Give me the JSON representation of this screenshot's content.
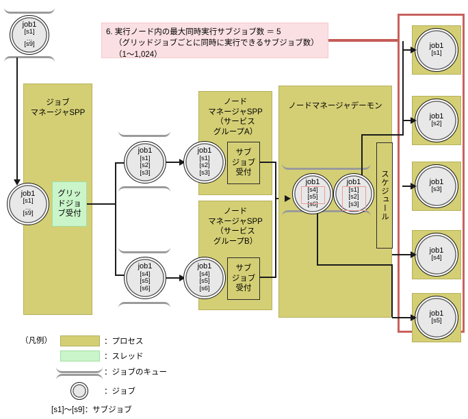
{
  "callout": {
    "line1": "6. 実行ノード内の最大同時実行サブジョブ数 ＝ 5",
    "line2": "（グリッドジョブごとに同時に実行できるサブジョブ数）",
    "line3": "（1〜1,024）"
  },
  "processes": {
    "job_manager_spp": "ジョブ\nマネージャSPP",
    "node_manager_spp_a": "ノード\nマネージャSPP\n（サービス\nグループA）",
    "node_manager_spp_b": "ノード\nマネージャSPP\n（サービス\nグループB）",
    "node_manager_daemon": "ノードマネージャデーモン"
  },
  "threads": {
    "grid_job_accept": "グリッ\nドジョ\nブ受付"
  },
  "inner_boxes": {
    "sub_job_accept_a": "サブ\nジョブ\n受付",
    "sub_job_accept_b": "サブ\nジョブ\n受付",
    "schedule": "スケジュール"
  },
  "jobs": {
    "entry_queue": {
      "name": "job1",
      "subs": [
        "[s1]",
        "…",
        "[s9]"
      ]
    },
    "grid_queue": {
      "name": "job1",
      "subs": [
        "[s1]",
        "…",
        "[s9]"
      ]
    },
    "mid_upper": {
      "name": "job1",
      "subs": [
        "[s1]",
        "[s2]",
        "[s3]"
      ]
    },
    "mid_lower": {
      "name": "job1",
      "subs": [
        "[s4]",
        "[s5]",
        "[s6]"
      ]
    },
    "sga": {
      "name": "job1",
      "subs": [
        "[s1]",
        "[s2]",
        "[s3]"
      ]
    },
    "sgb": {
      "name": "job1",
      "subs": [
        "[s4]",
        "[s5]",
        "[s6]"
      ]
    },
    "daemon_left": {
      "name": "job1",
      "subs": [
        "[s4]",
        "[s5]",
        "[s6]"
      ]
    },
    "daemon_right": {
      "name": "job1",
      "subs": [
        "[s1]",
        "[s2]",
        "[s3]"
      ]
    },
    "exec": [
      {
        "name": "job1",
        "sub": "[s1]"
      },
      {
        "name": "job1",
        "sub": "[s2]"
      },
      {
        "name": "job1",
        "sub": "[s3]"
      },
      {
        "name": "job1",
        "sub": "[s4]"
      },
      {
        "name": "job1",
        "sub": "[s5]"
      }
    ]
  },
  "legend": {
    "title": "（凡例）",
    "items": [
      {
        "label": "：プロセス"
      },
      {
        "label": "：スレッド"
      },
      {
        "label": "：ジョブのキュー"
      },
      {
        "label": "：ジョブ"
      }
    ],
    "subjob_note": "[s1]〜[s9]：サブジョブ"
  },
  "colors": {
    "process": "#d4cf75",
    "thread": "#caf5ca",
    "job_fill": "#e8e8e8",
    "callout_bg": "#fbe0e3",
    "annotation_red": "#c9605c",
    "highlight_red": "#ef9a98",
    "queue_gray": "#9a9a9a"
  }
}
